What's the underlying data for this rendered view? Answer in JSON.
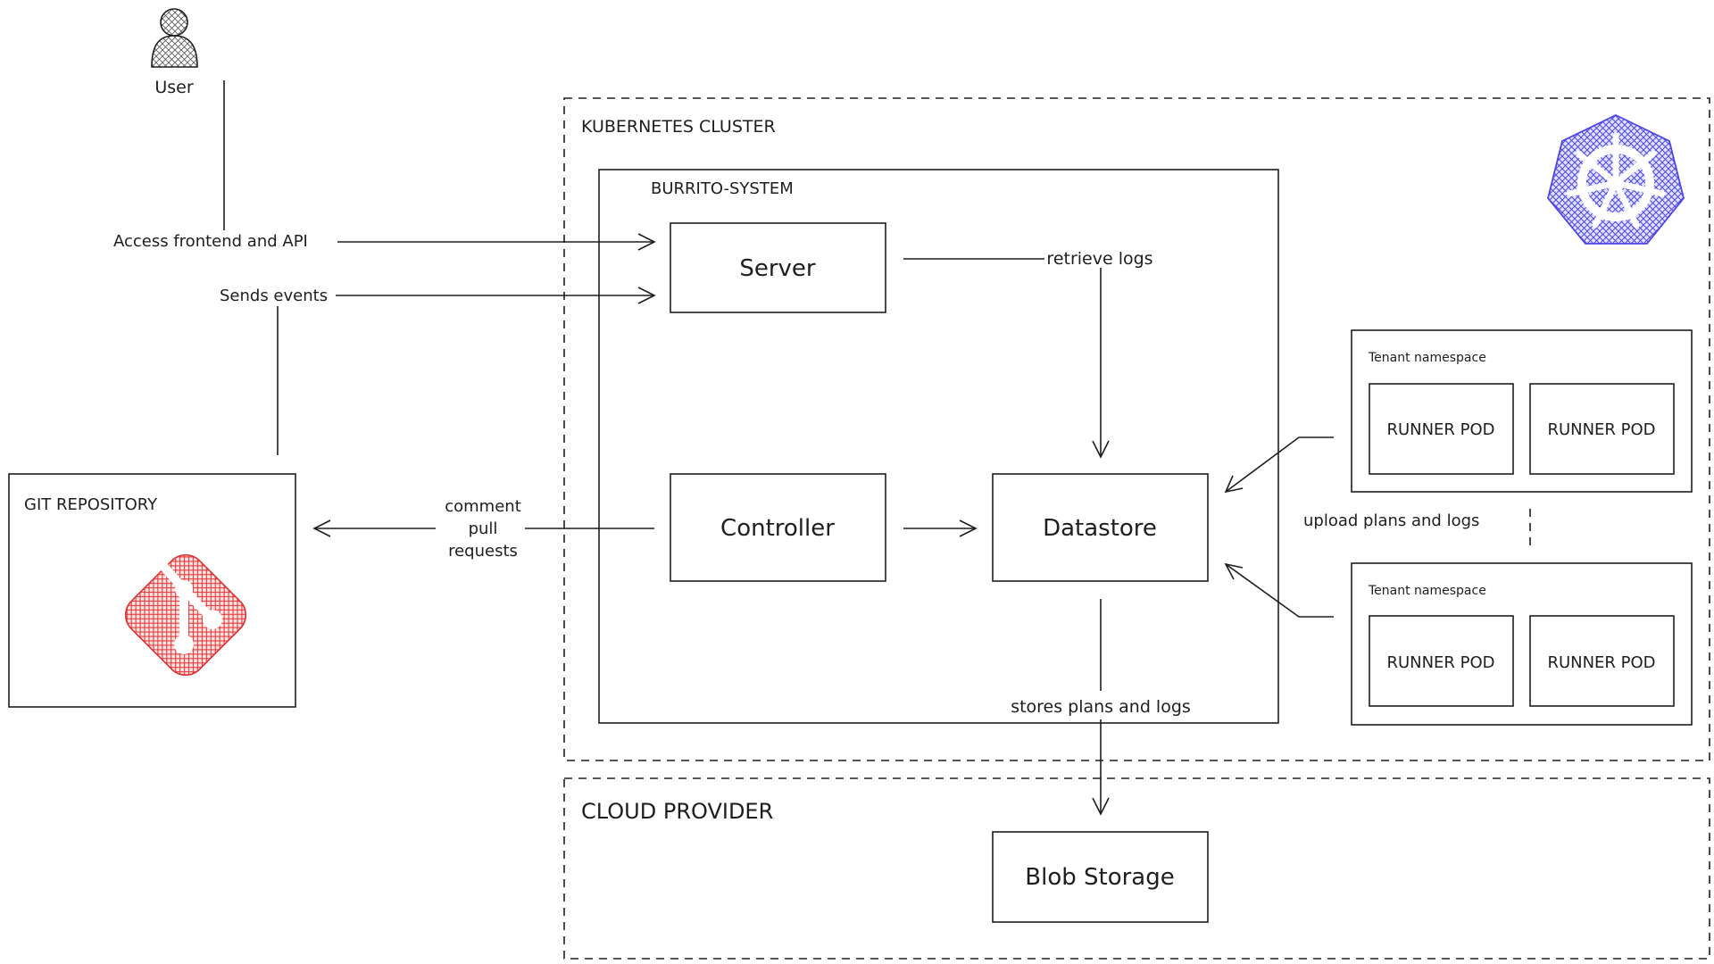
{
  "user": {
    "label": "User"
  },
  "edges": {
    "access": "Access frontend and API",
    "sends": "Sends events",
    "retrieve": "retrieve logs",
    "comment_1": "comment",
    "comment_2": "pull",
    "comment_3": "requests",
    "upload": "upload plans and logs",
    "stores": "stores plans and logs"
  },
  "kubernetes": {
    "title": "KUBERNETES CLUSTER",
    "logo_color": "#4f46e5"
  },
  "burrito": {
    "title": "BURRITO-SYSTEM"
  },
  "nodes": {
    "server": "Server",
    "controller": "Controller",
    "datastore": "Datastore",
    "blob": "Blob Storage"
  },
  "git": {
    "title": "GIT REPOSITORY",
    "logo_color": "#e03131"
  },
  "tenants": [
    {
      "title": "Tenant namespace",
      "pods": [
        "RUNNER POD",
        "RUNNER POD"
      ]
    },
    {
      "title": "Tenant namespace",
      "pods": [
        "RUNNER POD",
        "RUNNER POD"
      ]
    }
  ],
  "cloud": {
    "title": "CLOUD PROVIDER"
  }
}
